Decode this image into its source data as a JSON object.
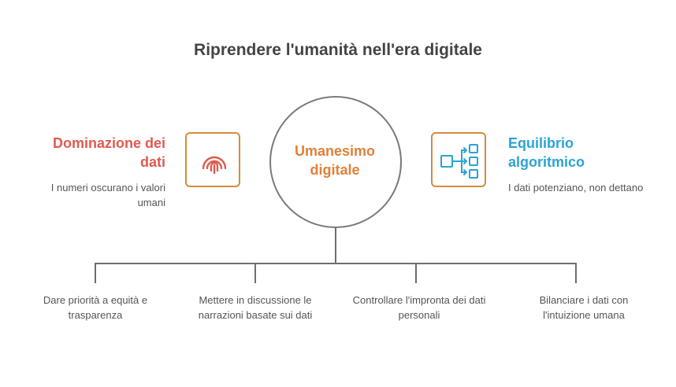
{
  "title": "Riprendere l'umanità nell'era digitale",
  "center": {
    "label": "Umanesimo digitale"
  },
  "left": {
    "title": "Dominazione dei dati",
    "description": "I numeri oscurano i valori umani",
    "icon": "fingerprint-icon"
  },
  "right": {
    "title": "Equilibrio algoritmico",
    "description": "I dati potenziano, non dettano",
    "icon": "flowchart-icon"
  },
  "branches": [
    "Dare priorità a equità e trasparenza",
    "Mettere in discussione le narrazioni basate sui dati",
    "Controllare l'impronta dei dati personali",
    "Bilanciare i dati con l'intuizione umana"
  ],
  "colors": {
    "left_accent": "#E05A4F",
    "right_accent": "#2BA3D4",
    "center_accent": "#E0803A",
    "box_border": "#D98A3A",
    "lines": "#6E6E6E"
  }
}
